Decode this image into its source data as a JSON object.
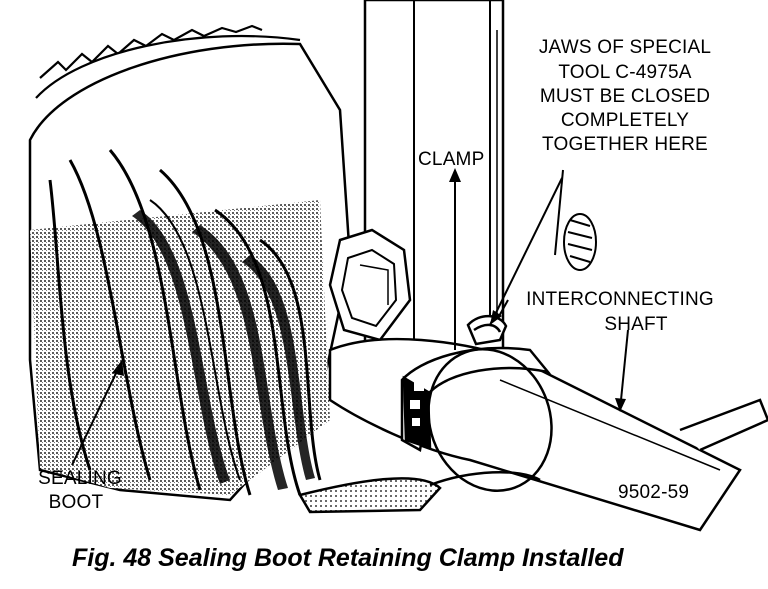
{
  "labels": {
    "jaws": [
      "JAWS OF SPECIAL",
      "TOOL C-4975A",
      "MUST BE CLOSED",
      "COMPLETELY",
      "TOGETHER HERE"
    ],
    "clamp": "CLAMP",
    "interconnecting_shaft": [
      "INTERCONNECTING",
      "SHAFT"
    ],
    "sealing_boot": [
      "SEALING",
      "BOOT"
    ],
    "figure_number": "9502-59"
  },
  "caption": "Fig. 48 Sealing Boot Retaining Clamp Installed",
  "colors": {
    "ink": "#000000",
    "paper": "#ffffff",
    "shading": "#8c8c8c"
  }
}
